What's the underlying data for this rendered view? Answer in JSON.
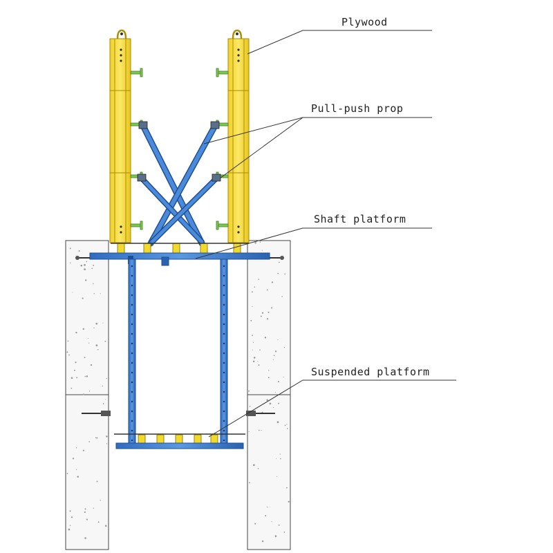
{
  "labels": {
    "plywood": "Plywood",
    "pull_push_prop": "Pull-push prop",
    "shaft_platform": "Shaft platform",
    "suspended_platform": "Suspended platform"
  },
  "colors": {
    "plywood_yellow": "#f6e24a",
    "plywood_shade": "#e8c81a",
    "steel_blue": "#3f7fd0",
    "steel_blue_dark": "#1e4f96",
    "bracket_green": "#7ec850",
    "concrete": "#f7f7f7",
    "line": "#333333"
  }
}
